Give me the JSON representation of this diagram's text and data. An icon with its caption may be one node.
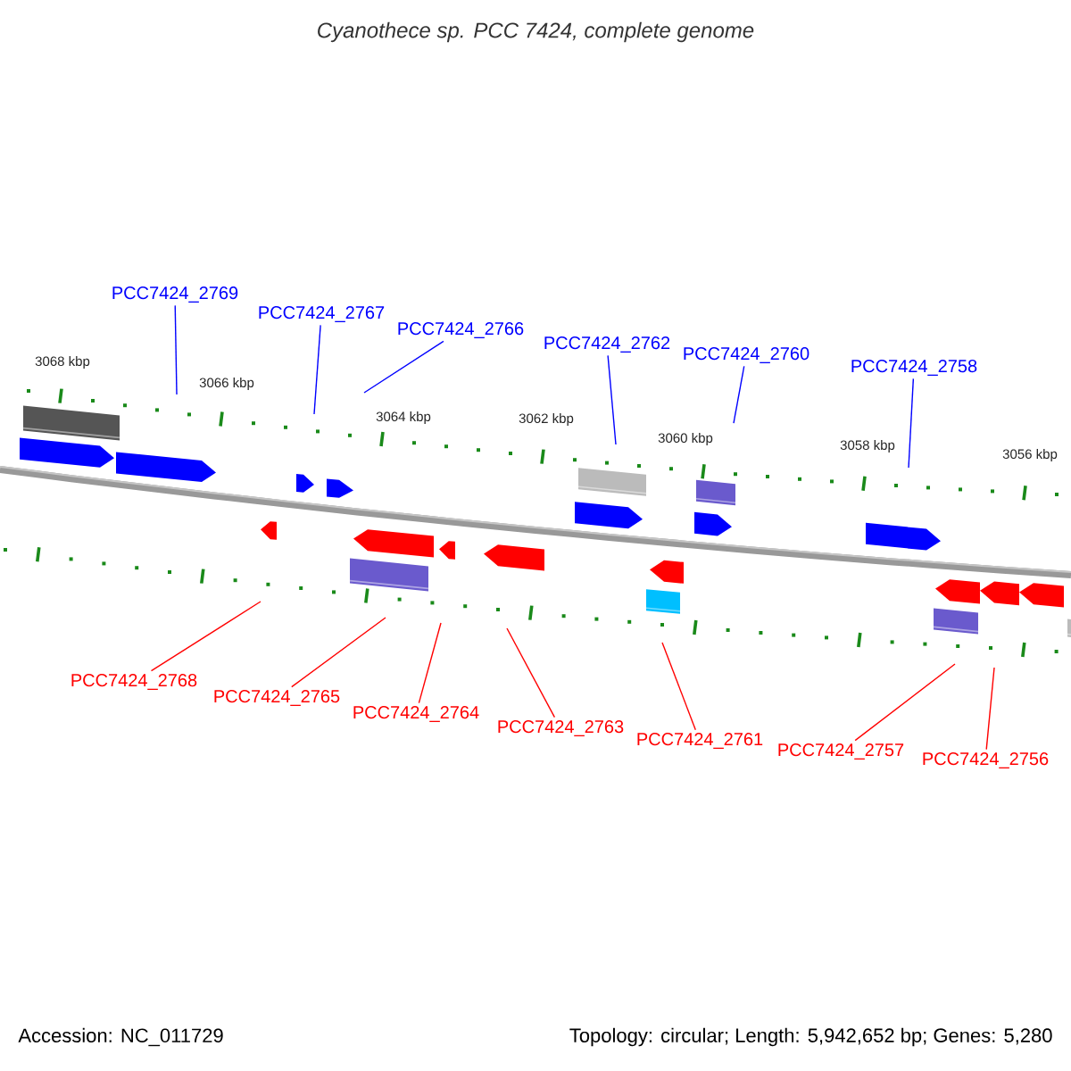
{
  "diagram": {
    "title": "Cyanothece sp. PCC 7424, complete genome",
    "nodes": [
      {
        "text": [
          "PCC7424_2769"
        ]
      },
      {
        "text": [
          "PCC7424_2767"
        ]
      },
      {
        "text": [
          "PCC7424_2766"
        ]
      },
      {
        "text": [
          "PCC7424_2762"
        ]
      },
      {
        "text": [
          "PCC7424_2760"
        ]
      },
      {
        "text": [
          "PCC7424_2758"
        ]
      },
      {
        "text": [
          "PCC7424_2768"
        ]
      },
      {
        "text": [
          "PCC7424_2765"
        ]
      },
      {
        "text": [
          "PCC7424_2764"
        ]
      },
      {
        "text": [
          "PCC7424_2763"
        ]
      },
      {
        "text": [
          "PCC7424_2761"
        ]
      },
      {
        "text": [
          "PCC7424_2757"
        ]
      },
      {
        "text": [
          "PCC7424_2756"
        ]
      }
    ],
    "edges": [
      {
        "from": 0,
        "to": null,
        "arrow": "none",
        "color": "#0000ff"
      },
      {
        "from": 1,
        "to": null,
        "arrow": "none",
        "color": "#0000ff"
      },
      {
        "from": 2,
        "to": null,
        "arrow": "none",
        "color": "#0000ff"
      },
      {
        "from": 3,
        "to": null,
        "arrow": "none",
        "color": "#0000ff"
      },
      {
        "from": 4,
        "to": null,
        "arrow": "none",
        "color": "#0000ff"
      },
      {
        "from": 5,
        "to": null,
        "arrow": "none",
        "color": "#0000ff"
      },
      {
        "from": 6,
        "to": null,
        "arrow": "none"
      },
      {
        "from": 7,
        "to": null,
        "arrow": "none"
      },
      {
        "from": 8,
        "to": null,
        "arrow": "none"
      },
      {
        "from": 9,
        "to": null,
        "arrow": "none"
      },
      {
        "from": 10,
        "to": null,
        "arrow": "none"
      },
      {
        "from": 11,
        "to": null,
        "arrow": "none"
      },
      {
        "from": 12,
        "to": null,
        "arrow": "none"
      }
    ],
    "labels": [
      "3068 kbp",
      "3066 kbp",
      "3064 kbp",
      "3062 kbp",
      "3060 kbp",
      "3058 kbp",
      "3056 kbp",
      "Accession: NC_011729",
      "Topology: circular; Length: 5,942,652 bp; Genes: 5,280"
    ]
  }
}
